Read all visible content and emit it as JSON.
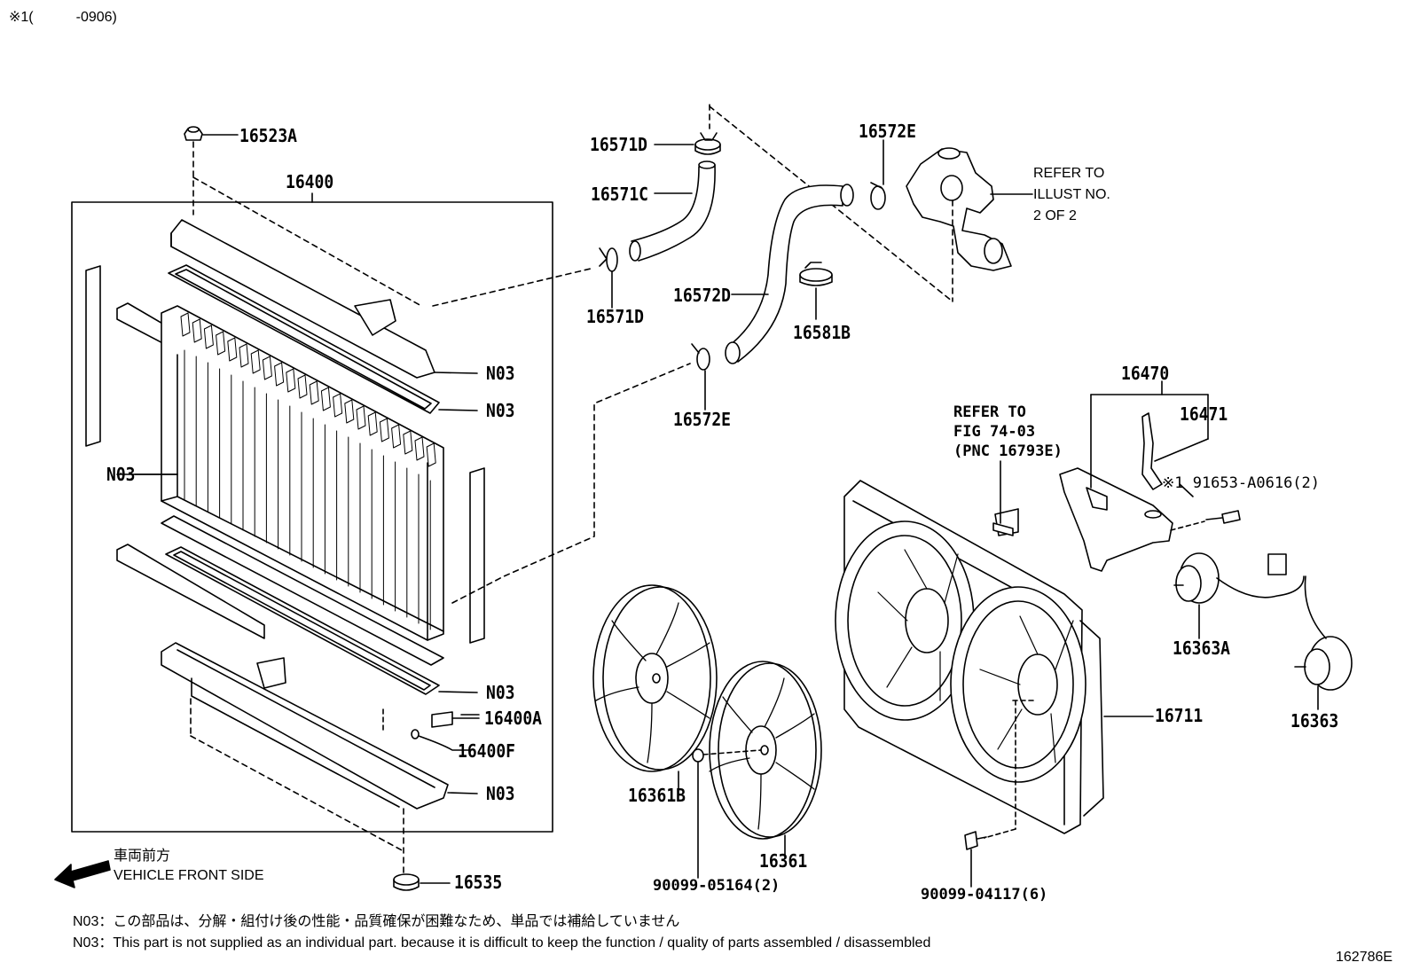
{
  "header": {
    "note": "※1(　　　-0906)"
  },
  "figure_id": "162786E",
  "parts": {
    "p16523A": "16523A",
    "p16400": "16400",
    "p16571D_top": "16571D",
    "p16571C": "16571C",
    "p16571D_bottom": "16571D",
    "p16572E_top": "16572E",
    "p16572D": "16572D",
    "p16581B": "16581B",
    "p16572E_bottom": "16572E",
    "p16470": "16470",
    "p16471": "16471",
    "p91653": "※1 91653-A0616(2)",
    "p16363A": "16363A",
    "p16363": "16363",
    "p16711": "16711",
    "p16361B": "16361B",
    "p16361": "16361",
    "p90099_05164": "90099-05164(2)",
    "p90099_04117": "90099-04117(6)",
    "p16400A": "16400A",
    "p16400F": "16400F",
    "p16535": "16535",
    "n03_1": "N03",
    "n03_2": "N03",
    "n03_3": "N03",
    "n03_4": "N03",
    "n03_5": "N03"
  },
  "refer_illust": {
    "line1": "REFER TO",
    "line2": "ILLUST NO.",
    "line3": "2 OF 2"
  },
  "refer_fig": {
    "line1": "REFER TO",
    "line2": "FIG 74-03",
    "line3": "(PNC 16793E)"
  },
  "front_side": {
    "jp": "車両前方",
    "en": "VEHICLE FRONT SIDE"
  },
  "notes": {
    "jp": "N03：この部品は、分解・組付け後の性能・品質確保が困難なため、単品では補給していません",
    "en": "N03：This part is not supplied as an individual part. because it is difficult to keep the function / quality of parts assembled / disassembled"
  }
}
